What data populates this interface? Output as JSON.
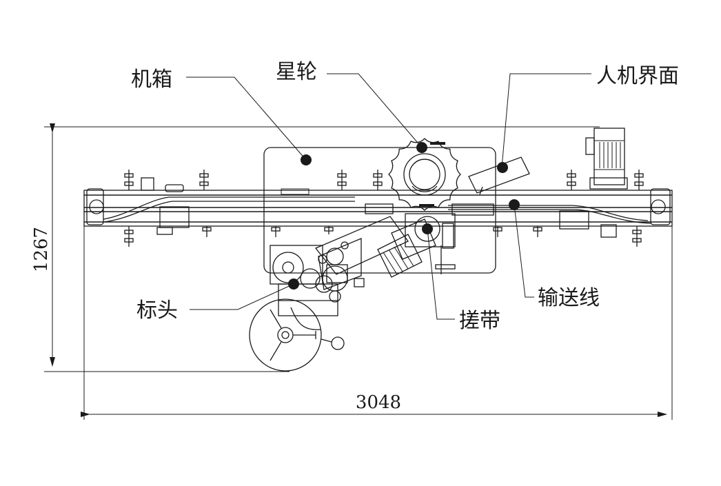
{
  "labels": {
    "cabinet": "机箱",
    "star_wheel": "星轮",
    "hmi": "人机界面",
    "label_head": "标头",
    "rubbing_belt": "搓带",
    "conveyor": "输送线"
  },
  "dimensions": {
    "height": "1267",
    "width": "3048"
  }
}
